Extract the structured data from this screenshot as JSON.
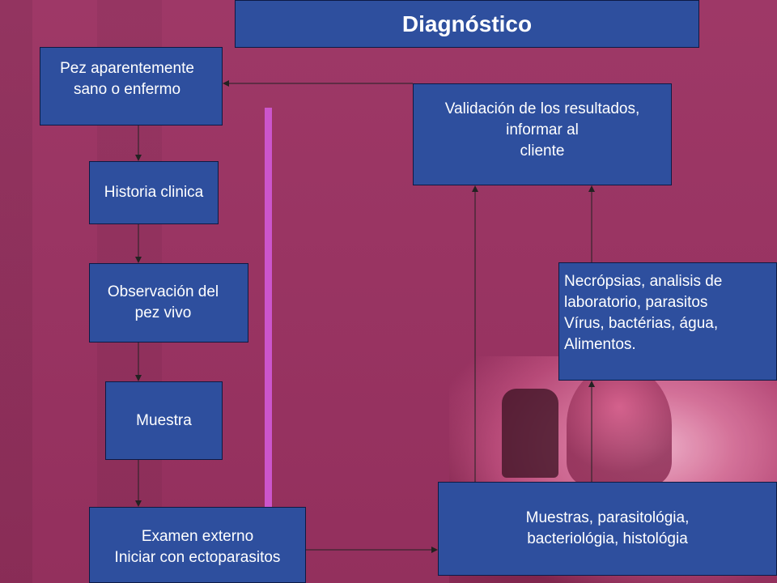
{
  "title": "Diagnóstico",
  "boxes": {
    "pez": "Pez aparentemente\nsano o enfermo",
    "historia": "Historia clinica",
    "observacion": "Observación del\npez vivo",
    "muestra": "Muestra",
    "examen": "Examen  externo\nIniciar con ectoparasitos",
    "muestras": "Muestras, parasitológia,\nbacteriológia, histológia",
    "necropsias": "Necrópsias, analisis de\nlaboratorio, parasitos\nVírus, bactérias, água,\nAlimentos.",
    "validacion": "Validación de los resultados,\ninformar al\ncliente"
  },
  "colors": {
    "background": "#9b3262",
    "box_fill": "#2e4f9e",
    "accent_bar": "#cc55cc",
    "arrow": "#222222"
  }
}
